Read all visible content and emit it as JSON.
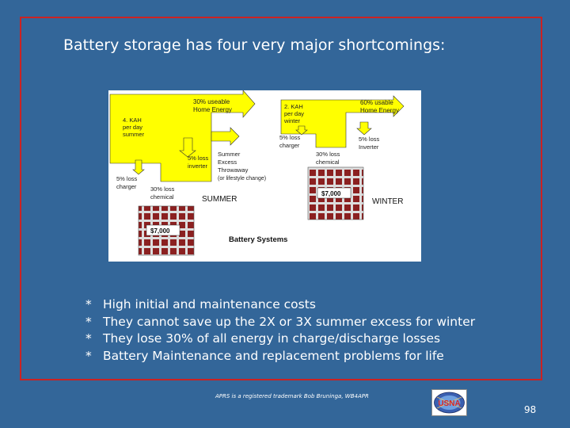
{
  "slide": {
    "title": "Battery storage has four very major shortcomings:",
    "bullets": [
      {
        "mark": "*",
        "text": "High initial and maintenance costs"
      },
      {
        "mark": "*",
        "text": "They cannot save up the 2X or 3X summer excess for winter"
      },
      {
        "mark": "*",
        "text": "They lose 30% of all energy in charge/discharge losses"
      },
      {
        "mark": "*",
        "text": "Battery Maintenance and replacement problems for life"
      }
    ],
    "footer": "APRS is a registered trademark Bob Bruninga, WB4APR",
    "page_number": "98",
    "logo_text": "USNA"
  },
  "figure": {
    "summer_input": [
      "4. KAH",
      "per day",
      "summer"
    ],
    "summer_useable": [
      "30% useable",
      "Home Energy"
    ],
    "summer_loss_inverter": [
      "5% loss",
      "inverter"
    ],
    "summer_excess": [
      "Summer",
      "Excess",
      "Throwaway",
      "(or lifestyle change)"
    ],
    "summer_loss_charger": [
      "5% loss",
      "charger"
    ],
    "summer_loss_chemical": [
      "30% loss",
      "chemical"
    ],
    "summer_label": "SUMMER",
    "winter_input": [
      "2. KAH",
      "per day",
      "winter"
    ],
    "winter_useable": [
      "60% usable",
      "Home Energy"
    ],
    "winter_loss_charger": [
      "5% loss",
      "charger"
    ],
    "winter_loss_chemical": [
      "30% loss",
      "chemical"
    ],
    "winter_loss_inverter": [
      "5% loss",
      "Inverter"
    ],
    "winter_label": "WINTER",
    "battery_cost_summer": "$7,000",
    "battery_cost_winter": "$7,000",
    "caption": "Battery Systems"
  },
  "colors": {
    "background": "#336699",
    "frame": "#cc2222",
    "arrow_fill": "#ffff00",
    "battery": "#8b2020"
  }
}
